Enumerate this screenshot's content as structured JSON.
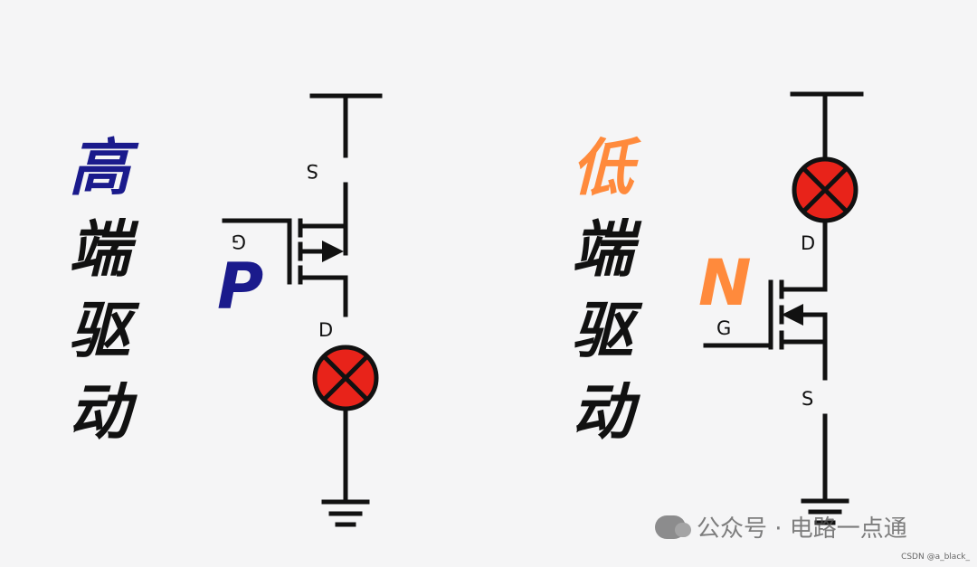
{
  "left_panel": {
    "title_chars": [
      "高",
      "端",
      "驱",
      "动"
    ],
    "fet_type": "P",
    "pins": {
      "source": "S",
      "gate": "G",
      "drain": "D"
    }
  },
  "right_panel": {
    "title_chars": [
      "低",
      "端",
      "驱",
      "动"
    ],
    "fet_type": "N",
    "pins": {
      "drain": "D",
      "gate": "G",
      "source": "S"
    }
  },
  "colors": {
    "p_blue": "#1a1a8c",
    "n_orange": "#ff8a3c",
    "lamp_red": "#e8231a"
  },
  "icons": [
    "wechat-icon",
    "lamp-icon",
    "ground-icon",
    "power-rail-icon"
  ],
  "watermark": {
    "text": "公众号 · 电路一点通"
  },
  "credit": "CSDN @a_black_"
}
